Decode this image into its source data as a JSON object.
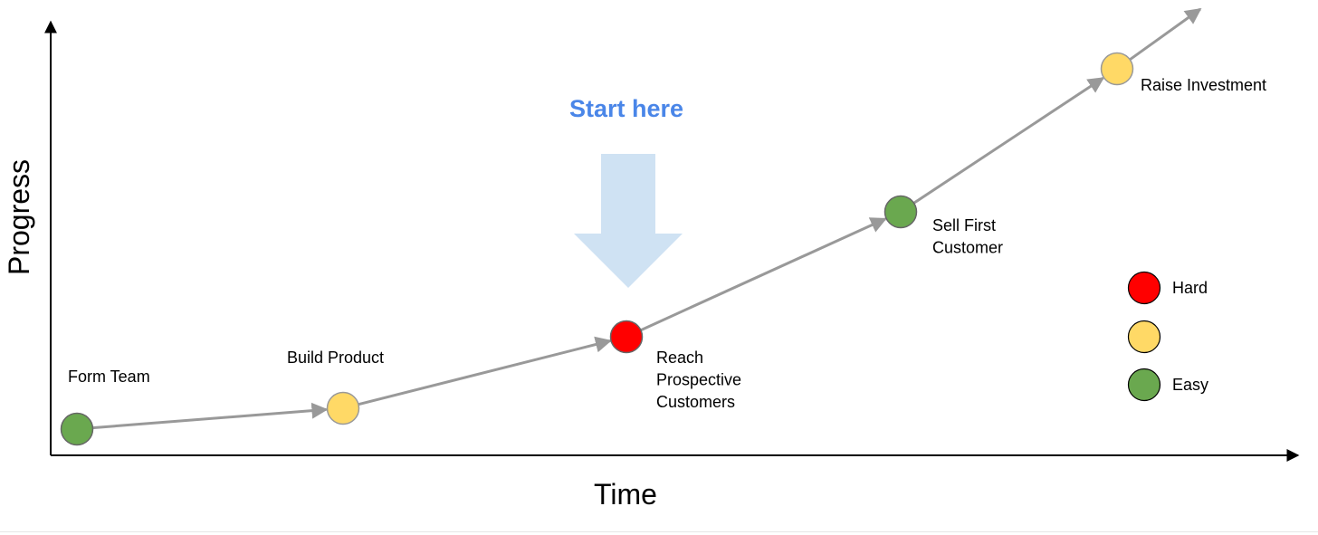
{
  "axes": {
    "x_label": "Time",
    "y_label": "Progress"
  },
  "callout": {
    "text": "Start here",
    "color": "#4a86e8",
    "arrow_color": "#cfe2f3"
  },
  "colors": {
    "connector": "#999999",
    "axis": "#000000"
  },
  "milestones": [
    {
      "lines": [
        "Form Team"
      ],
      "difficulty": "easy",
      "color": "#6aa84f"
    },
    {
      "lines": [
        "Build Product"
      ],
      "difficulty": "medium",
      "color": "#ffd966"
    },
    {
      "lines": [
        "Reach",
        "Prospective",
        "Customers"
      ],
      "difficulty": "hard",
      "color": "#ff0000"
    },
    {
      "lines": [
        "Sell First",
        "Customer"
      ],
      "difficulty": "easy",
      "color": "#6aa84f"
    },
    {
      "lines": [
        "Raise Investment"
      ],
      "difficulty": "medium",
      "color": "#ffd966"
    }
  ],
  "legend": [
    {
      "label": "Hard",
      "color": "#ff0000"
    },
    {
      "label": "",
      "color": "#ffd966"
    },
    {
      "label": "Easy",
      "color": "#6aa84f"
    }
  ]
}
